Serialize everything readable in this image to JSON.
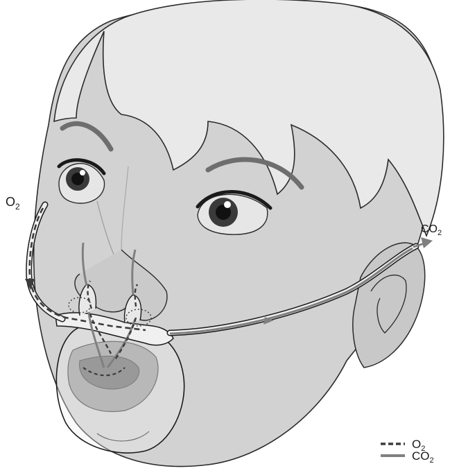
{
  "labels": {
    "inlet": "O",
    "inlet_sub": "2",
    "outlet": "CO",
    "outlet_sub": "2"
  },
  "legend": {
    "items": [
      {
        "text": "O",
        "sub": "2",
        "line_style": "dashed",
        "color": "#4a4a4a"
      },
      {
        "text": "CO",
        "sub": "2",
        "line_style": "solid",
        "color": "#7a7a7a"
      }
    ]
  },
  "colors": {
    "skin": "#d2d2d2",
    "skin_shadow": "#bdbdbd",
    "hair": "#e9e9e9",
    "outline": "#2a2a2a",
    "tube": "#f0f0f0",
    "o2_line": "#3c3c3c",
    "co2_line": "#808080",
    "eyebrow": "#6e6e6e",
    "mouth": "#9a9a9a",
    "mouth_interior": "#6a6a6a"
  },
  "icons": {
    "arrow_out": "arrow-right-icon"
  }
}
